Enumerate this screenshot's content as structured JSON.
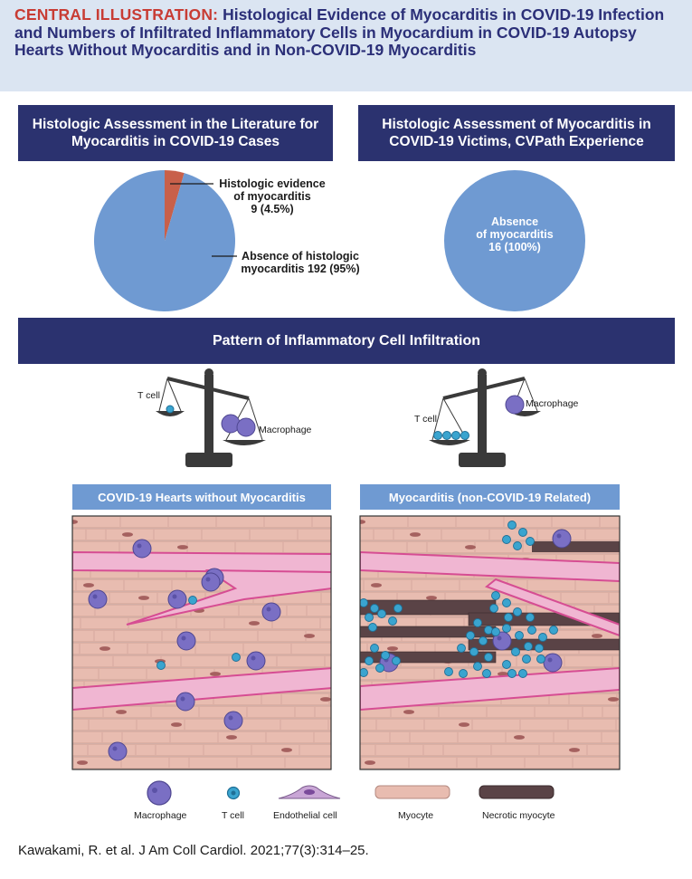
{
  "header": {
    "label": "CENTRAL ILLUSTRATION:",
    "title": "Histological Evidence of Myocarditis in COVID-19 Infection and Numbers of Infiltrated Inflammatory Cells in Myocardium in COVID-19 Autopsy Hearts Without Myocarditis and in Non-COVID-19 Myocarditis"
  },
  "panels": {
    "left_title": "Histologic Assessment in the Literature for Myocarditis in COVID-19 Cases",
    "right_title": "Histologic Assessment of Myocarditis in COVID-19 Victims, CVPath Experience",
    "pattern_title": "Pattern of Inflammatory Cell Infiltration",
    "left_sub": "COVID-19 Hearts without Myocarditis",
    "right_sub": "Myocarditis (non-COVID-19 Related)"
  },
  "pie_left": {
    "slices": [
      {
        "label_l1": "Histologic evidence",
        "label_l2": "of myocarditis",
        "label_l3": "9 (4.5%)",
        "value": 9,
        "percent": 4.5,
        "color": "#c8604a"
      },
      {
        "label_l1": "Absence of histologic",
        "label_l2": "myocarditis 192 (95%)",
        "value": 192,
        "percent": 95,
        "color": "#6f9ad2"
      }
    ]
  },
  "pie_right": {
    "label_l1": "Absence",
    "label_l2": "of myocarditis",
    "label_l3": "16 (100%)",
    "value": 16,
    "percent": 100,
    "color": "#6f9ad2"
  },
  "balance_left": {
    "t_cell": "T cell",
    "macrophage": "Macrophage"
  },
  "balance_right": {
    "t_cell": "T cell",
    "macrophage": "Macrophage"
  },
  "legend": {
    "macrophage": "Macrophage",
    "t_cell": "T cell",
    "endothelial": "Endothelial cell",
    "myocyte": "Myocyte",
    "necrotic": "Necrotic myocyte"
  },
  "colors": {
    "navy": "#2b326f",
    "header_bg": "#dbe5f2",
    "accent_red": "#c83c34",
    "pie_blue": "#6f9ad2",
    "pie_red": "#c8604a",
    "myocyte": "#e8bcb0",
    "vessel": "#d64d93",
    "necrotic": "#5a4346",
    "macrophage": "#7a6fc4",
    "tcell": "#3aa4cf"
  },
  "citation": "Kawakami, R. et al. J Am Coll Cardiol. 2021;77(3):314–25."
}
